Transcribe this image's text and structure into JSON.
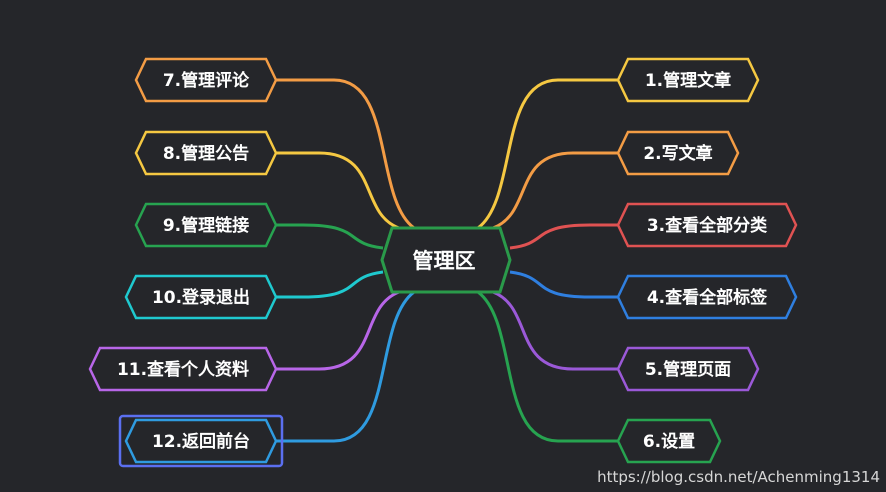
{
  "mindmap": {
    "center": {
      "label": "管理区",
      "color": "#2a9a4a"
    },
    "branches": [
      {
        "label": "1.管理文章",
        "color": "#f5c842",
        "side": "right"
      },
      {
        "label": "2.写文章",
        "color": "#f39c45",
        "side": "right"
      },
      {
        "label": "3.查看全部分类",
        "color": "#e05252",
        "side": "right"
      },
      {
        "label": "4.查看全部标签",
        "color": "#2f7fe0",
        "side": "right"
      },
      {
        "label": "5.管理页面",
        "color": "#9b59d8",
        "side": "right"
      },
      {
        "label": "6.设置",
        "color": "#27a350",
        "side": "right"
      },
      {
        "label": "7.管理评论",
        "color": "#f39c45",
        "side": "left"
      },
      {
        "label": "8.管理公告",
        "color": "#f5c842",
        "side": "left"
      },
      {
        "label": "9.管理链接",
        "color": "#27a350",
        "side": "left"
      },
      {
        "label": "10.登录退出",
        "color": "#1fc9cf",
        "side": "left"
      },
      {
        "label": "11.查看个人资料",
        "color": "#b866e8",
        "side": "left"
      },
      {
        "label": "12.返回前台",
        "color": "#2f9be0",
        "side": "left",
        "selected": true
      }
    ],
    "selection_color": "#5b6ff0"
  },
  "watermark": "https://blog.csdn.net/Achenming1314"
}
